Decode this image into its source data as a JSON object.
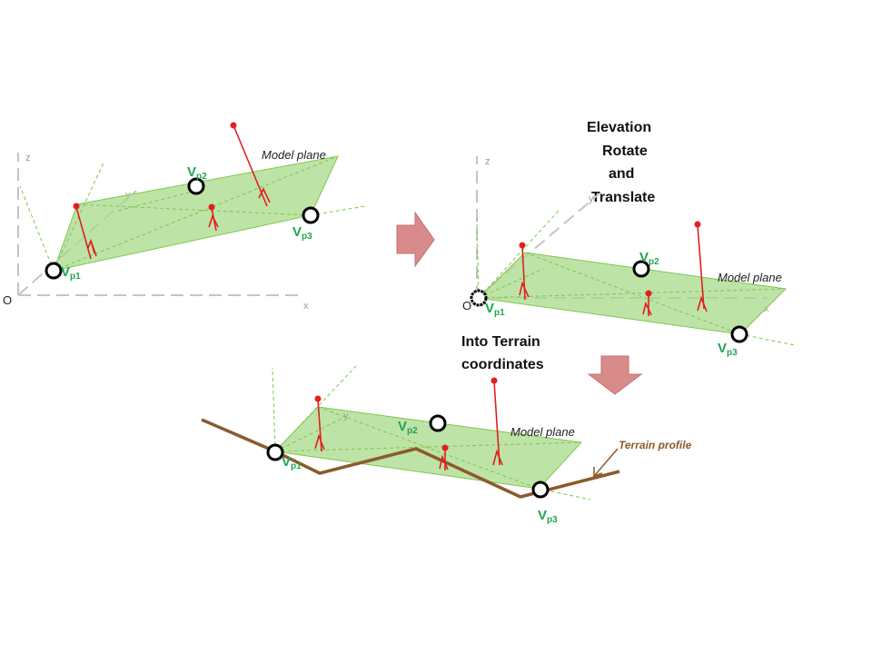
{
  "panel_top_left": {
    "axis_z": "z",
    "axis_y": "y",
    "axis_x": "x",
    "origin": "O",
    "model_plane": "Model plane",
    "vp1": {
      "main": "V",
      "sub": "p1"
    },
    "vp2": {
      "main": "V",
      "sub": "p2"
    },
    "vp3": {
      "main": "V",
      "sub": "p3"
    }
  },
  "panel_top_right": {
    "axis_z": "z",
    "axis_y": "y",
    "axis_x": "x",
    "origin": "O",
    "model_plane": "Model plane",
    "vp1": {
      "main": "V",
      "sub": "p1"
    },
    "vp2": {
      "main": "V",
      "sub": "p2"
    },
    "vp3": {
      "main": "V",
      "sub": "p3"
    }
  },
  "panel_bottom": {
    "axis_y": "y",
    "model_plane": "Model plane",
    "terrain_profile": "Terrain profile",
    "vp1": {
      "main": "V",
      "sub": "p1"
    },
    "vp2": {
      "main": "V",
      "sub": "p2"
    },
    "vp3": {
      "main": "V",
      "sub": "p3"
    }
  },
  "steps": {
    "transform_lines": [
      "Elevation",
      "Rotate",
      "and",
      "Translate"
    ],
    "terrain_lines": [
      "Into Terrain",
      "coordinates"
    ]
  },
  "colors": {
    "plane_fill": "#a8d98a",
    "plane_edge": "#7cc84f",
    "marker_red": "#e02020",
    "terrain_brown": "#8c5a2b",
    "label_green": "#1ea650",
    "arrow_fill": "#d98b8b",
    "axis_gray": "#c4c4c4"
  }
}
